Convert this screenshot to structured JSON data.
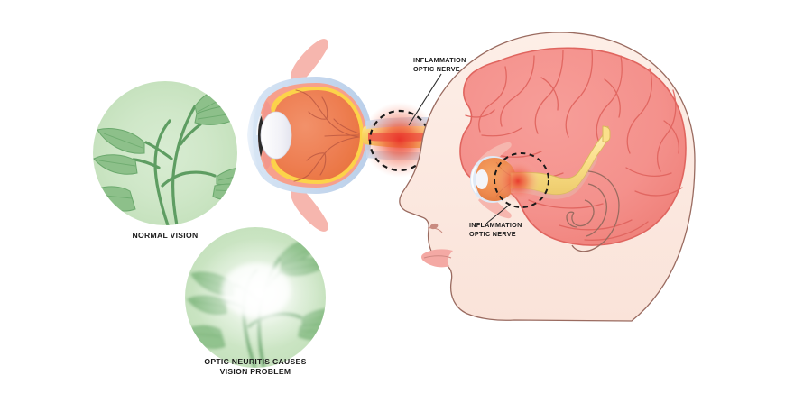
{
  "illustration": {
    "title": "Optic Neuritis Medical Illustration",
    "background_color": "#ffffff"
  },
  "labels": {
    "normal_vision": "NORMAL VISION",
    "blurred_vision_line1": "OPTIC NEURITIS CAUSES",
    "blurred_vision_line2": "VISION PROBLEM",
    "callout_eye_line1": "INFLAMMATION",
    "callout_eye_line2": "OPTIC NERVE",
    "callout_head_line1": "INFLAMMATION",
    "callout_head_line2": "OPTIC NERVE"
  },
  "panels": [
    {
      "name": "normal-vision-panel",
      "caption": "NORMAL VISION",
      "circle_center": [
        183,
        170
      ],
      "circle_radius": 80,
      "circle_fill": "#cfe7c8",
      "plant_leaf_fill": "#8dc08a",
      "plant_stem_stroke": "#5e9d62",
      "blurred": false
    },
    {
      "name": "blurred-vision-panel",
      "caption_line1": "OPTIC NEURITIS CAUSES",
      "caption_line2": "VISION PROBLEM",
      "circle_center": [
        283,
        330
      ],
      "circle_radius": 78,
      "circle_fill": "#cfe7c8",
      "plant_leaf_fill": "#8dc08a",
      "plant_stem_stroke": "#5e9d62",
      "blurred": true,
      "glare_color": "#ffffff"
    },
    {
      "name": "eye-cross-section-panel",
      "sclera_fill": "#c6d8ee",
      "choroid_fill": "#f7a08c",
      "vitreous_fill": "#ef8054",
      "retina_fill": "#fcd34a",
      "lens_fill": "#f2f2f7",
      "iris_fill": "#f2978c",
      "pupil_fill": "#2b2b2b",
      "muscle_fill": "#f6b6ae",
      "vessel_stroke": "#b5533f",
      "optic_nerve_fill": "#fbd85f",
      "inflammation_color": "#e8342a",
      "marker_circle_stroke": "#1a1a1a"
    },
    {
      "name": "head-brain-panel",
      "skin_fill": "#fcebe3",
      "skin_stroke": "#9a6b60",
      "brain_fill": "#f4918c",
      "brain_stroke": "#e0655f",
      "sulci_stroke": "#e06b66",
      "optic_nerve_fill": "#fbe08a",
      "optic_nerve_stroke": "#d9b85c",
      "eye_iris_fill": "#ee8a4e",
      "inflammation_color": "#e8342a",
      "lips_fill": "#f4a9a4",
      "marker_circle_stroke": "#1a1a1a"
    }
  ],
  "colors": {
    "background": "#ffffff",
    "text": "#1a1a1a",
    "green_circle": "#cfe7c8",
    "salmon_brain": "#f4918c",
    "skin": "#fcebe3",
    "nerve_yellow": "#fbd85f",
    "inflammation_red": "#e8342a",
    "eye_orange": "#ef8054",
    "sclera_blue": "#c6d8ee"
  }
}
